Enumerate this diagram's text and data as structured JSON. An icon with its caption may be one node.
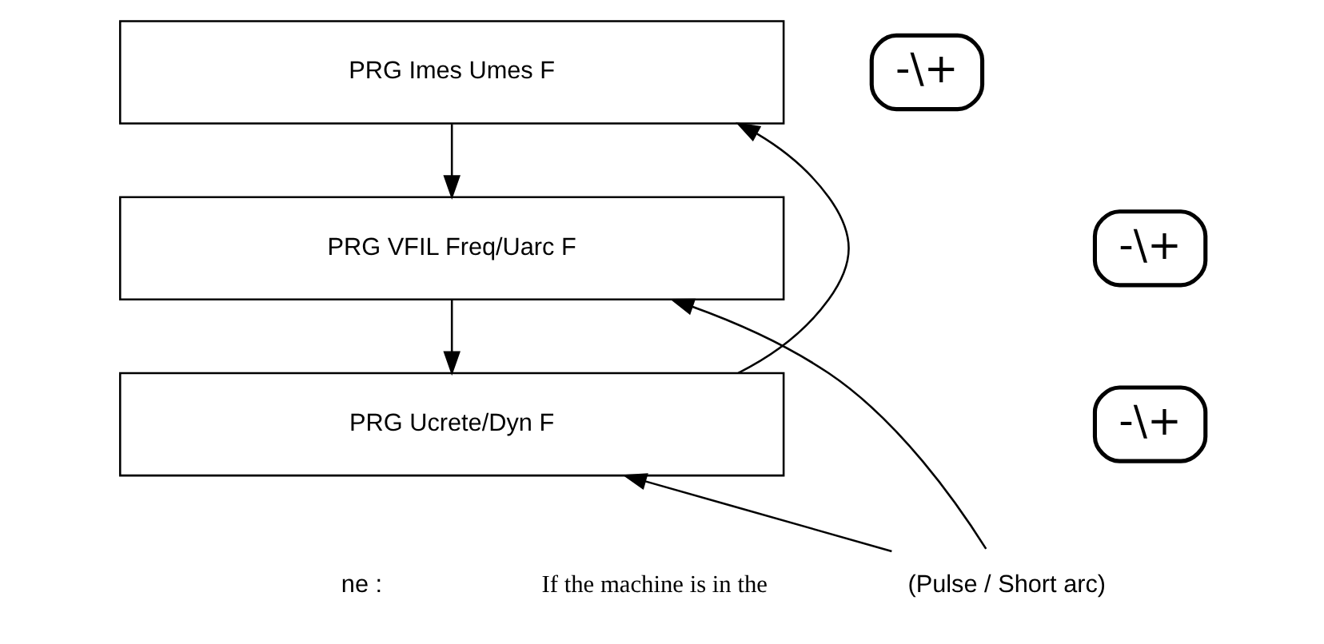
{
  "diagram": {
    "nodes": [
      {
        "text": [
          "PRG Imes Umes F"
        ]
      },
      {
        "text": [
          "-\\+"
        ]
      },
      {
        "text": [
          "PRG VFIL Freq/Uarc F"
        ]
      },
      {
        "text": [
          "-\\+"
        ]
      },
      {
        "text": [
          "-\\+"
        ]
      },
      {
        "text": [
          "PRG Ucrete/Dyn F"
        ]
      },
      {
        "text": [
          "(Pulse / Short arc)"
        ]
      }
    ],
    "edges": [
      {
        "from": 0,
        "to": 2,
        "arrow": "to"
      },
      {
        "from": 2,
        "to": 5,
        "arrow": "to"
      },
      {
        "from": 5,
        "to": 0,
        "arrow": "to"
      },
      {
        "from": 6,
        "to": 2,
        "arrow": "to"
      },
      {
        "from": 6,
        "to": 5,
        "arrow": "to"
      }
    ],
    "labels": [
      "ne :",
      "If the machine is in the"
    ]
  }
}
